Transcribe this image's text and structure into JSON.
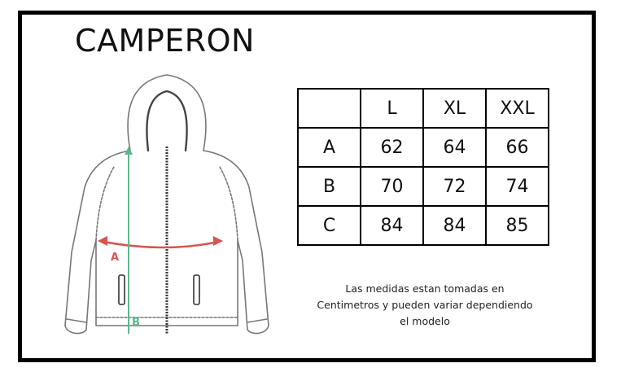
{
  "title": "CAMPERON",
  "table": {
    "header": [
      "",
      "L",
      "XL",
      "XXL"
    ],
    "rows": [
      [
        "A",
        "62",
        "64",
        "66"
      ],
      [
        "B",
        "70",
        "72",
        "74"
      ],
      [
        "C",
        "84",
        "84",
        "85"
      ]
    ]
  },
  "diagram": {
    "label_a": "A",
    "label_b": "B",
    "color_a": "#d9534f",
    "color_b": "#5cb88a"
  },
  "note": {
    "line1": "Las medidas estan tomadas en",
    "line2": "Centimetros y pueden variar dependiendo",
    "line3": "el modelo"
  }
}
